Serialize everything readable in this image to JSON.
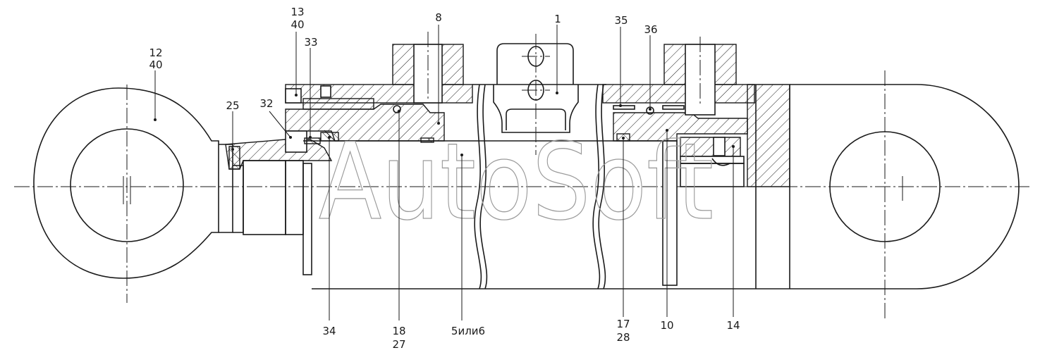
{
  "watermark": "AutoSoft",
  "callouts": [
    {
      "id": "c12",
      "lines": [
        "12",
        "40"
      ]
    },
    {
      "id": "c25",
      "lines": [
        "25"
      ]
    },
    {
      "id": "c32",
      "lines": [
        "32"
      ]
    },
    {
      "id": "c13",
      "lines": [
        "13",
        "40"
      ]
    },
    {
      "id": "c33",
      "lines": [
        "33"
      ]
    },
    {
      "id": "c8",
      "lines": [
        "8"
      ]
    },
    {
      "id": "c1",
      "lines": [
        "1"
      ]
    },
    {
      "id": "c35",
      "lines": [
        "35"
      ]
    },
    {
      "id": "c36",
      "lines": [
        "36"
      ]
    },
    {
      "id": "c34",
      "lines": [
        "34"
      ]
    },
    {
      "id": "c18",
      "lines": [
        "18",
        "27"
      ]
    },
    {
      "id": "c5",
      "lines": [
        "5или6"
      ]
    },
    {
      "id": "c17",
      "lines": [
        "17",
        "28"
      ]
    },
    {
      "id": "c10",
      "lines": [
        "10"
      ]
    },
    {
      "id": "c14",
      "lines": [
        "14"
      ]
    }
  ]
}
